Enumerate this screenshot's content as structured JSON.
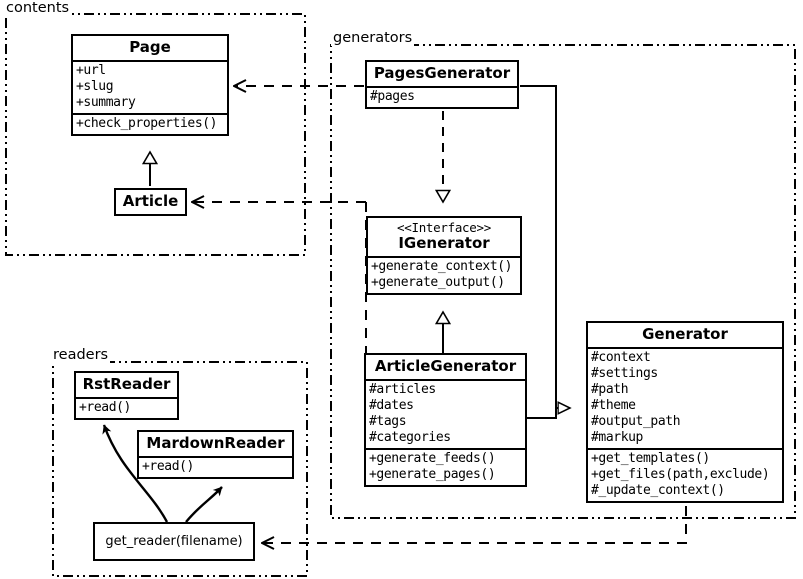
{
  "diagram": {
    "type": "uml-class-diagram",
    "title": "",
    "packages": [
      {
        "id": "contents",
        "label": "contents"
      },
      {
        "id": "generators",
        "label": "generators"
      },
      {
        "id": "readers",
        "label": "readers"
      }
    ],
    "classes": [
      {
        "id": "page",
        "package": "contents",
        "stereotype": "",
        "name": "Page",
        "attributes": [
          "+url",
          "+slug",
          "+summary"
        ],
        "operations": [
          "+check_properties()"
        ]
      },
      {
        "id": "article",
        "package": "contents",
        "stereotype": "",
        "name": "Article",
        "attributes": [],
        "operations": []
      },
      {
        "id": "pages_generator",
        "package": "generators",
        "stereotype": "",
        "name": "PagesGenerator",
        "attributes": [
          "#pages"
        ],
        "operations": []
      },
      {
        "id": "igenerator",
        "package": "generators",
        "stereotype": "<<Interface>>",
        "name": "IGenerator",
        "attributes": [],
        "operations": [
          "+generate_context()",
          "+generate_output()"
        ]
      },
      {
        "id": "article_generator",
        "package": "generators",
        "stereotype": "",
        "name": "ArticleGenerator",
        "attributes": [
          "#articles",
          "#dates",
          "#tags",
          "#categories"
        ],
        "operations": [
          "+generate_feeds()",
          "+generate_pages()"
        ]
      },
      {
        "id": "generator",
        "package": "generators",
        "stereotype": "",
        "name": "Generator",
        "attributes": [
          "#context",
          "#settings",
          "#path",
          "#theme",
          "#output_path",
          "#markup"
        ],
        "operations": [
          "+get_templates()",
          "+get_files(path,exclude)",
          "#_update_context()"
        ]
      },
      {
        "id": "rst_reader",
        "package": "readers",
        "stereotype": "",
        "name": "RstReader",
        "attributes": [],
        "operations": [
          "+read()"
        ]
      },
      {
        "id": "mardown_reader",
        "package": "readers",
        "stereotype": "",
        "name": "MardownReader",
        "attributes": [],
        "operations": [
          "+read()"
        ]
      }
    ],
    "functions": [
      {
        "id": "get_reader",
        "package": "readers",
        "label": "get_reader(filename)"
      }
    ],
    "relations": [
      {
        "from": "article",
        "to": "page",
        "type": "generalization",
        "style": "solid",
        "arrowhead": "hollow-triangle"
      },
      {
        "from": "pages_generator",
        "to": "igenerator",
        "type": "realization",
        "style": "dashed",
        "arrowhead": "hollow-triangle"
      },
      {
        "from": "article_generator",
        "to": "igenerator",
        "type": "realization",
        "style": "solid",
        "arrowhead": "hollow-triangle"
      },
      {
        "from": "pages_generator",
        "to": "generator",
        "type": "generalization",
        "style": "solid",
        "arrowhead": "hollow-triangle"
      },
      {
        "from": "article_generator",
        "to": "generator",
        "type": "generalization",
        "style": "solid",
        "arrowhead": "hollow-triangle"
      },
      {
        "from": "pages_generator",
        "to": "page",
        "type": "dependency",
        "style": "dashed",
        "arrowhead": "open-arrow"
      },
      {
        "from": "igenerator",
        "to": "article",
        "type": "dependency",
        "style": "dashed",
        "arrowhead": "open-arrow"
      },
      {
        "from": "generator",
        "to": "get_reader",
        "type": "dependency",
        "style": "dashed",
        "arrowhead": "open-arrow"
      },
      {
        "from": "get_reader",
        "to": "rst_reader",
        "type": "usage",
        "style": "curved-solid",
        "arrowhead": "filled-arrow"
      },
      {
        "from": "get_reader",
        "to": "mardown_reader",
        "type": "usage",
        "style": "curved-solid",
        "arrowhead": "filled-arrow"
      }
    ],
    "colors": {
      "background": "#ffffff",
      "stroke": "#000000",
      "text": "#000000"
    }
  }
}
